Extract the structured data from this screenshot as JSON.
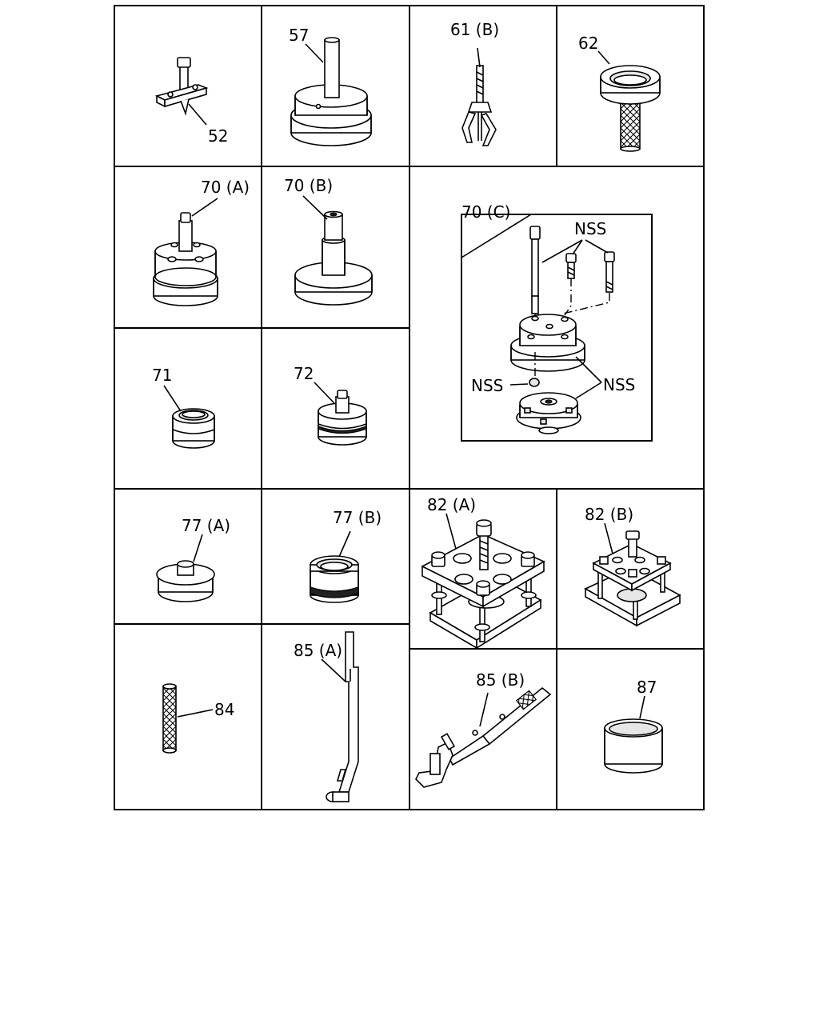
{
  "labels": {
    "p52": "52",
    "p57": "57",
    "p61b": "61 (B)",
    "p62": "62",
    "p70a": "70 (A)",
    "p70b": "70 (B)",
    "p70c": "70 (C)",
    "nss1": "NSS",
    "nss2": "NSS",
    "nss3": "NSS",
    "p71": "71",
    "p72": "72",
    "p77a": "77 (A)",
    "p77b": "77 (B)",
    "p82a": "82 (A)",
    "p82b": "82 (B)",
    "p84": "84",
    "p85a": "85 (A)",
    "p85b": "85 (B)",
    "p87": "87"
  }
}
